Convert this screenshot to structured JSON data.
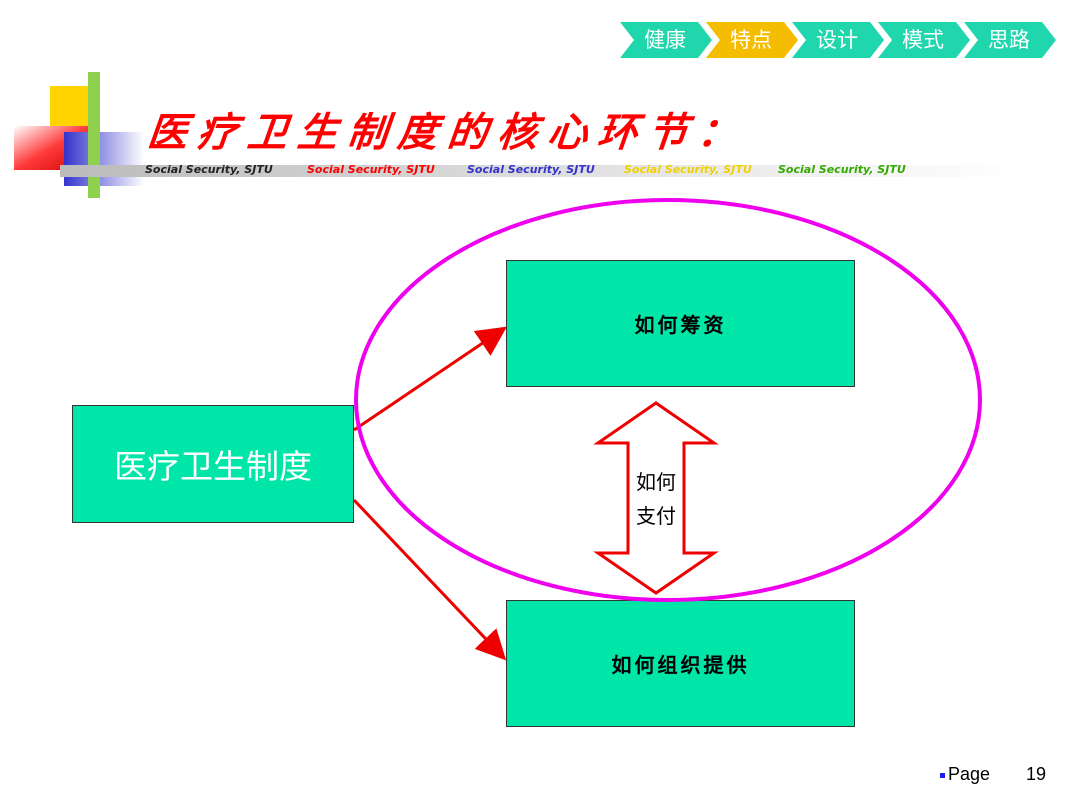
{
  "nav": {
    "items": [
      {
        "label": "健康",
        "active": false
      },
      {
        "label": "特点",
        "active": true
      },
      {
        "label": "设计",
        "active": false
      },
      {
        "label": "模式",
        "active": false
      },
      {
        "label": "思路",
        "active": false
      }
    ],
    "colors": {
      "default": "#1fd6ad",
      "active": "#f5bd00"
    }
  },
  "title": "医疗卫生制度的核心环节：",
  "taglines": [
    {
      "text": "Social Security, SJTU",
      "color": "#222222"
    },
    {
      "text": "Social Security, SJTU",
      "color": "#ff0000"
    },
    {
      "text": "Social Security, SJTU",
      "color": "#3333cc"
    },
    {
      "text": "Social Security, SJTU",
      "color": "#f0d000"
    },
    {
      "text": "Social Security, SJTU",
      "color": "#33aa00"
    }
  ],
  "diagram": {
    "root": "医疗卫生制度",
    "financing": "如何筹资",
    "provision": "如何组织提供",
    "payment": "如何支付",
    "colors": {
      "box": "#00e5a8",
      "arrow": "#ee0000",
      "ellipse": "#ee00ee"
    }
  },
  "footer": {
    "page_label": "Page",
    "page_number": "19"
  }
}
